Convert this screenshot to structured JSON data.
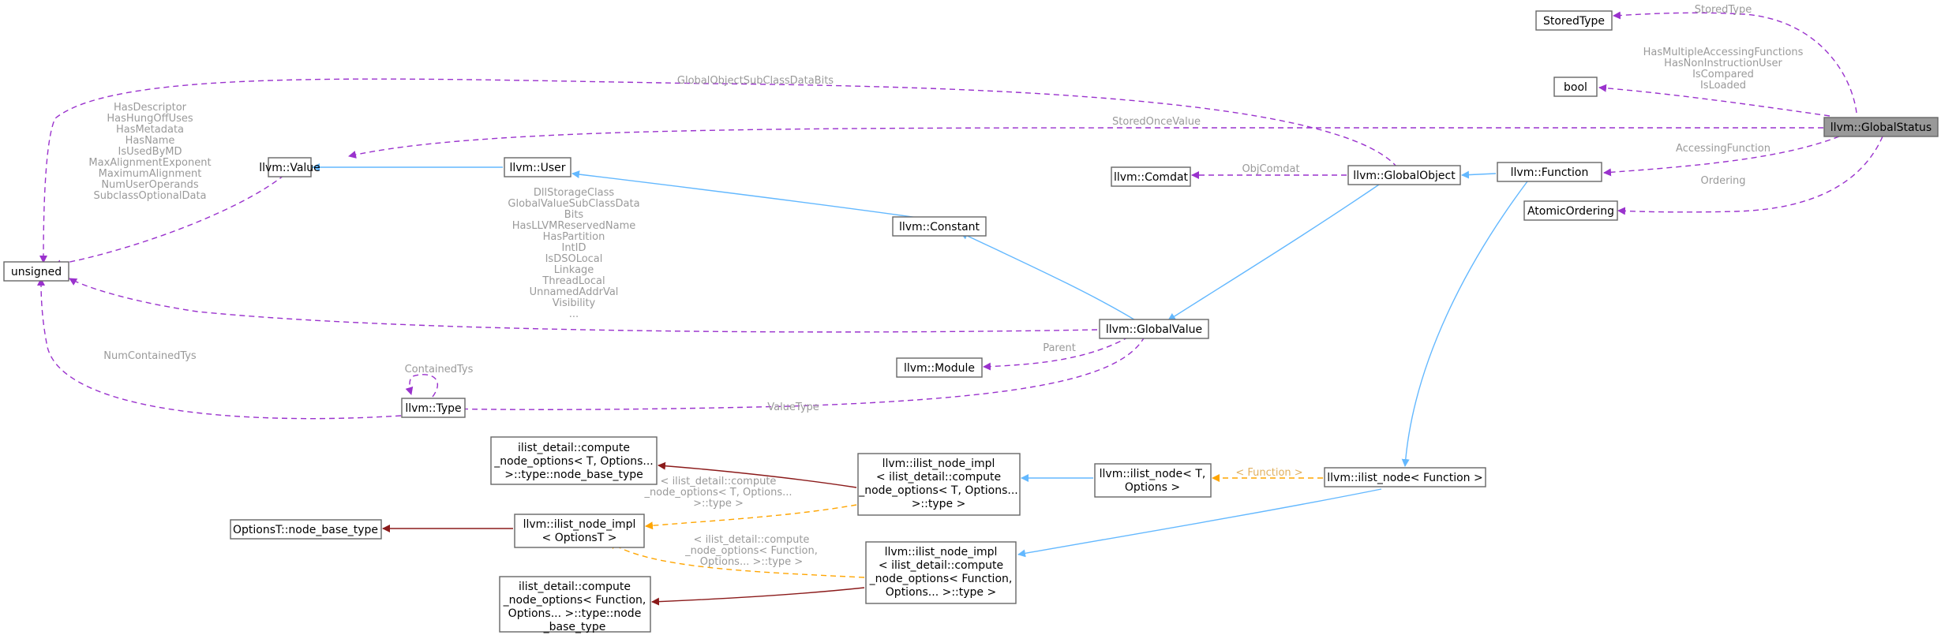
{
  "diagram": {
    "nodes": {
      "global_status": "llvm::GlobalStatus",
      "stored_type": "StoredType",
      "bool": "bool",
      "function": "llvm::Function",
      "atomic_ordering": "AtomicOrdering",
      "global_object": "llvm::GlobalObject",
      "comdat": "llvm::Comdat",
      "user": "llvm::User",
      "value": "llvm::Value",
      "unsigned": "unsigned",
      "constant": "llvm::Constant",
      "global_value": "llvm::GlobalValue",
      "module": "llvm::Module",
      "type": "llvm::Type",
      "ilist_node_function": "llvm::ilist_node< Function >",
      "ilist_node_t": [
        "llvm::ilist_node< T,",
        "Options >"
      ],
      "ilist_node_impl_opts": [
        "llvm::ilist_node_impl",
        "< ilist_detail::compute",
        "_node_options< T, Options...",
        ">::type >"
      ],
      "compute_node_base_type": [
        "ilist_detail::compute",
        "_node_options< T, Options...",
        ">::type::node_base_type"
      ],
      "ilist_node_impl_optionst": [
        "llvm::ilist_node_impl",
        "< OptionsT >"
      ],
      "optionst_node_base_type": "OptionsT::node_base_type",
      "ilist_node_impl_function": [
        "llvm::ilist_node_impl",
        "< ilist_detail::compute",
        "_node_options< Function,",
        "Options... >::type >"
      ],
      "compute_function_node_base_type": [
        "ilist_detail::compute",
        "_node_options< Function,",
        "Options... >::type::node",
        "_base_type"
      ]
    },
    "edge_labels": {
      "stored_type": "StoredType",
      "bool_fields": [
        "HasMultipleAccessingFunctions",
        "HasNonInstructionUser",
        "IsCompared",
        "IsLoaded"
      ],
      "stored_once_value": "StoredOnceValue",
      "accessing_function": "AccessingFunction",
      "ordering": "Ordering",
      "global_object_subclass": "GlobalObjectSubClassDataBits",
      "value_fields": [
        "HasDescriptor",
        "HasHungOffUses",
        "HasMetadata",
        "HasName",
        "IsUsedByMD",
        "MaxAlignmentExponent",
        "MaximumAlignment",
        "NumUserOperands",
        "SubclassOptionalData"
      ],
      "obj_comdat": "ObjComdat",
      "global_value_fields": [
        "DllStorageClass",
        "GlobalValueSubClassData",
        "Bits",
        "HasLLVMReservedName",
        "HasPartition",
        "IntID",
        "IsDSOLocal",
        "Linkage",
        "ThreadLocal",
        "UnnamedAddrVal",
        "Visibility",
        "..."
      ],
      "parent": "Parent",
      "value_type": "ValueType",
      "num_contained_tys": "NumContainedTys",
      "contained_tys": "ContainedTys",
      "function_template": "< Function >",
      "ilist_template_t": [
        "< ilist_detail::compute",
        "_node_options< T, Options...",
        ">::type >"
      ],
      "ilist_template_function": [
        "< ilist_detail::compute",
        "_node_options< Function,",
        "Options... >::type >"
      ]
    },
    "colors": {
      "usage_edge": "#9a32cd",
      "inheritance_edge": "#63b8ff",
      "private_inheritance_edge": "#8b1a1a",
      "template_edge": "#ffa500",
      "root_fill": "#999999"
    }
  }
}
